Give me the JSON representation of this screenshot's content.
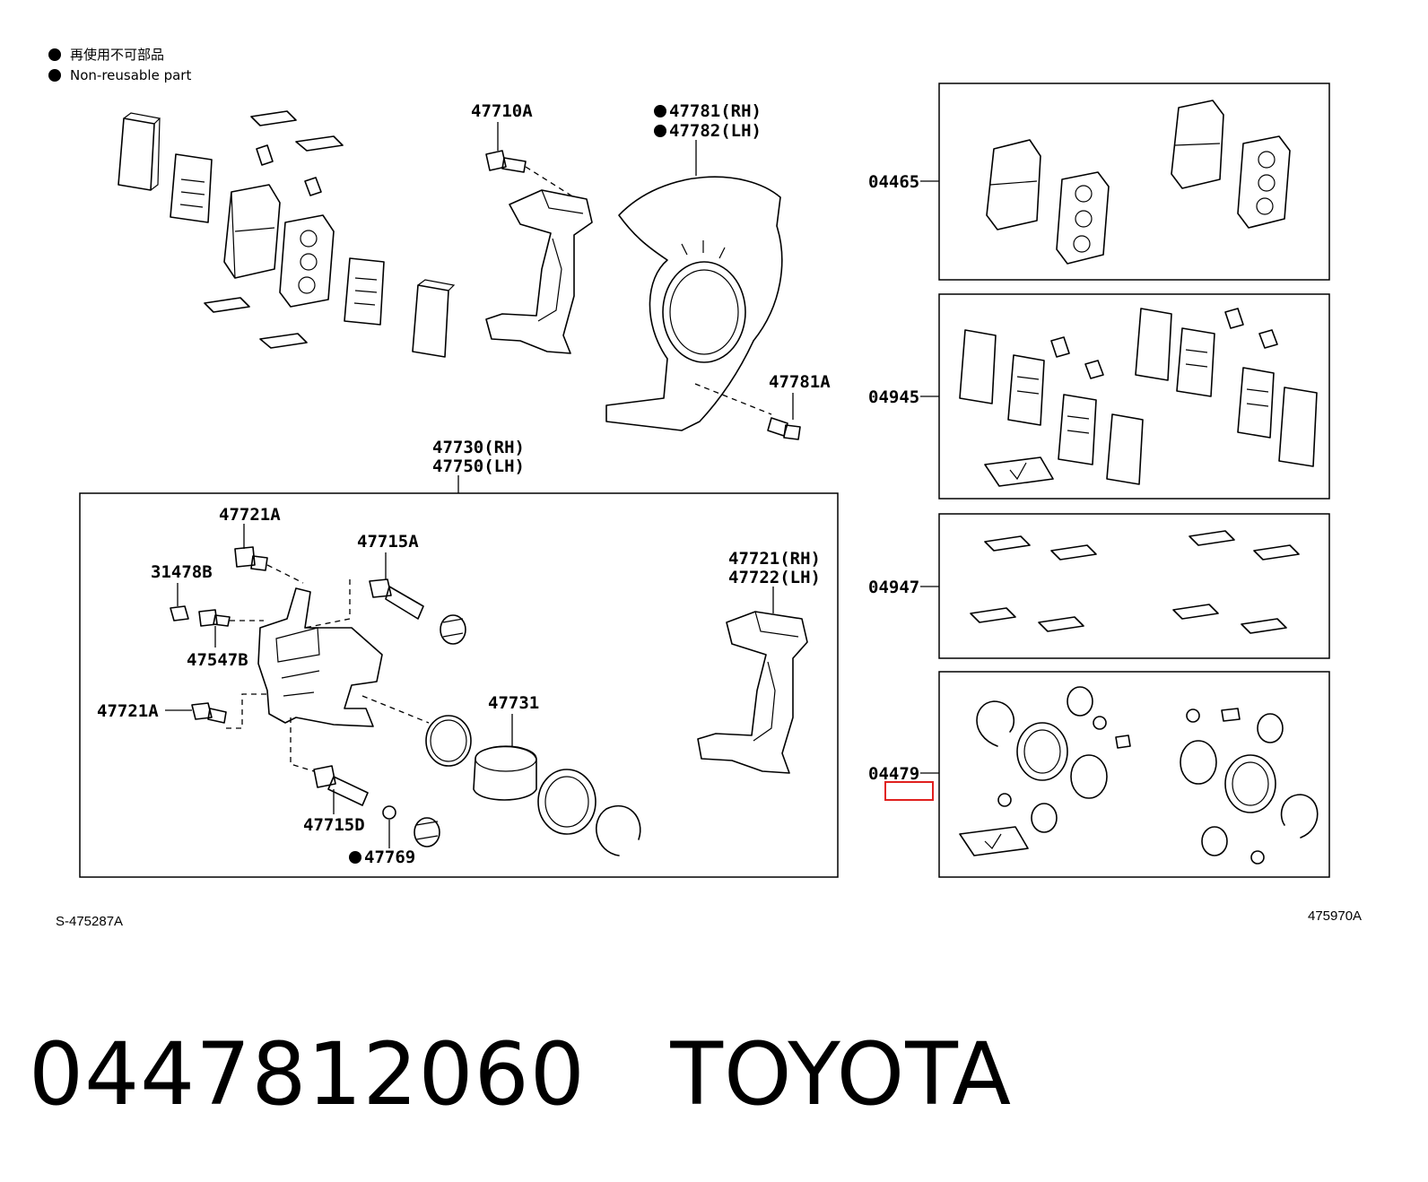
{
  "legend": {
    "jp": "再使用不可部品",
    "en": "Non-reusable part"
  },
  "labels": {
    "p47710A": "47710A",
    "p47781RH": "47781(RH)",
    "p47782LH": "47782(LH)",
    "p47781A": "47781A",
    "p47730RH": "47730(RH)",
    "p47750LH": "47750(LH)",
    "p47721A_1": "47721A",
    "p31478B": "31478B",
    "p47715A": "47715A",
    "p47547B": "47547B",
    "p47721A_2": "47721A",
    "p47731": "47731",
    "p47715D": "47715D",
    "p47769": "47769",
    "p47721RH": "47721(RH)",
    "p47722LH": "47722(LH)",
    "kit04465": "04465",
    "kit04945": "04945",
    "kit04947": "04947",
    "kit04479": "04479"
  },
  "refs": {
    "left": "S-475287A",
    "right": "475970A"
  },
  "highlight": {
    "target": "04479",
    "color": "#e0201e"
  },
  "caption": {
    "part_number": "0447812060",
    "brand": "TOYOTA"
  }
}
